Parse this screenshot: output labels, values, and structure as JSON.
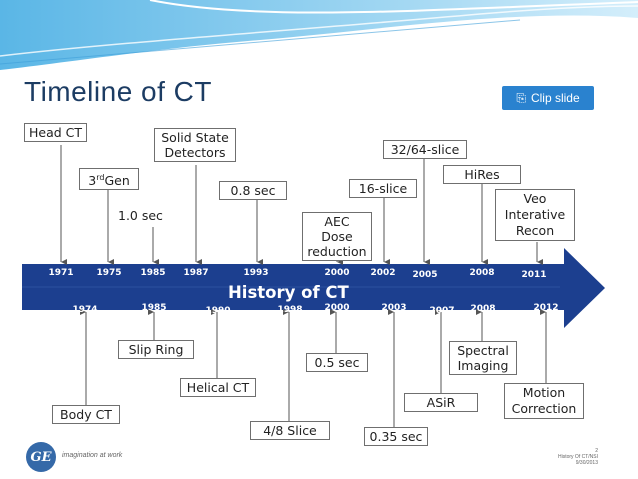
{
  "slide": {
    "title": "Timeline of CT"
  },
  "clip_button": {
    "label": "Clip slide",
    "icon": "clip-icon"
  },
  "arrow": {
    "label": "History of CT",
    "color": "#1c3f8f"
  },
  "top_years": [
    "1971",
    "1975",
    "1985",
    "1987",
    "1993",
    "2000",
    "2002",
    "2005",
    "2008",
    "2011"
  ],
  "bottom_years": [
    "1974",
    "1985",
    "1990",
    "1998",
    "2000",
    "2003",
    "2007",
    "2008",
    "2012"
  ],
  "top_events": {
    "head_ct": "Head CT",
    "third_gen_main": "3",
    "third_gen_sup": "rd",
    "third_gen_tail": "Gen",
    "one_sec": "1.0 sec",
    "solid_state": "Solid State Detectors",
    "point_eight_sec": "0.8 sec",
    "aec_dose": "AEC Dose reduction",
    "sixteen_slice": "16-slice",
    "slice_32_64": "32/64-slice",
    "hires": "HiRes",
    "veo": "Veo Interative Recon"
  },
  "bottom_events": {
    "body_ct": "Body CT",
    "slip_ring": "Slip Ring",
    "helical_ct": "Helical CT",
    "slice_4_8": "4/8 Slice",
    "point_five_sec": "0.5 sec",
    "point_35_sec": "0.35 sec",
    "asir": "ASiR",
    "spectral": "Spectral Imaging",
    "motion": "Motion Correction"
  },
  "footer": {
    "logo_text": "GE",
    "tagline": "imagination at work",
    "page_number": "2",
    "note_1": "History Of CT/NSI",
    "note_2": "9/30/2013"
  },
  "colors": {
    "title": "#1c3c63",
    "button": "#2a82cf",
    "arrow": "#1c3f8f"
  }
}
